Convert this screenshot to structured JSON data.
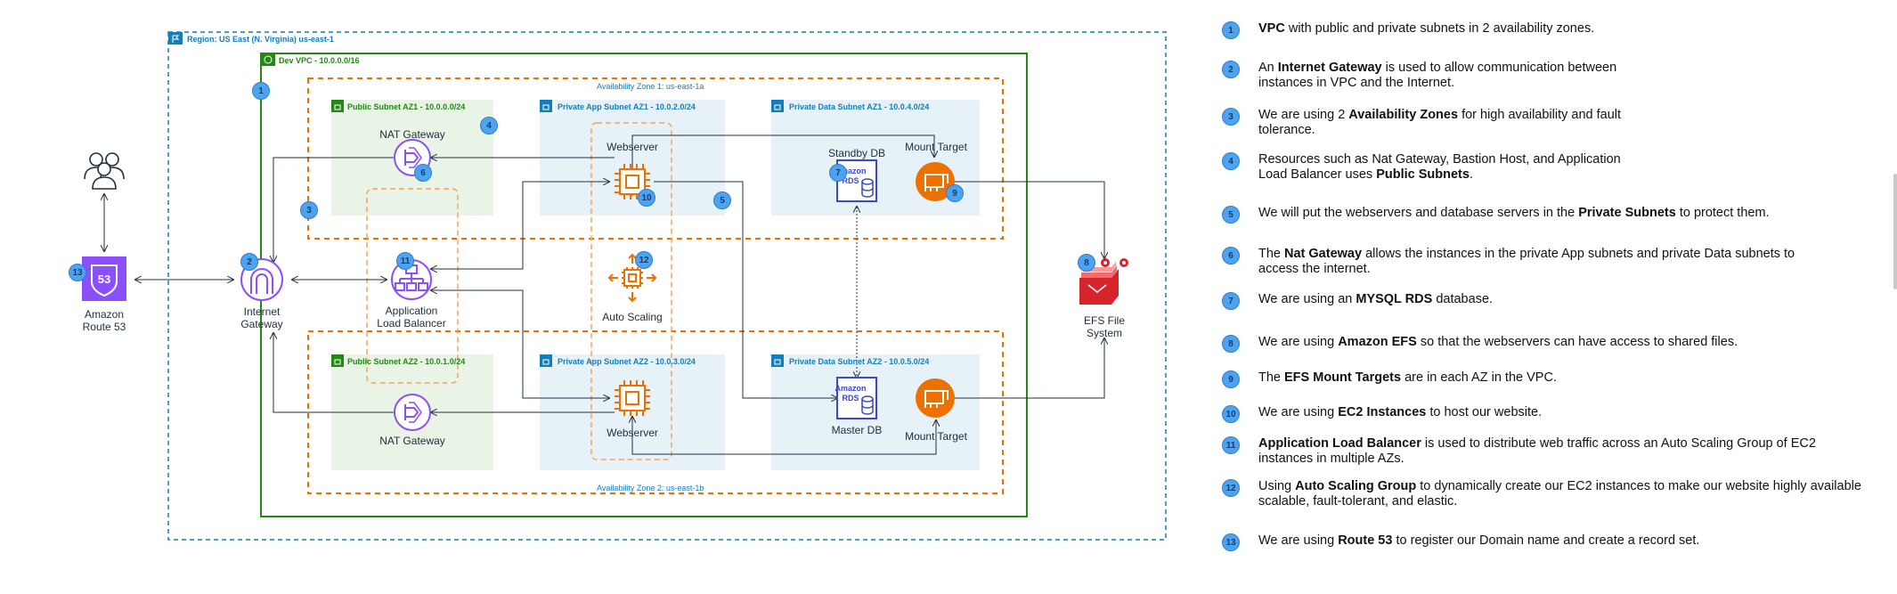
{
  "diagram": {
    "region_label": "Region: US East (N. Virginia) us-east-1",
    "vpc_label": "Dev VPC - 10.0.0.0/16",
    "az1_label": "Availability Zone 1: us-east-1a",
    "az2_label": "Availability Zone 2: us-east-1b",
    "subnets": {
      "pub1": "Public Subnet AZ1 - 10.0.0.0/24",
      "app1": "Private App Subnet AZ1 - 10.0.2.0/24",
      "data1": "Private Data Subnet AZ1 - 10.0.4.0/24",
      "pub2": "Public Subnet AZ2 - 10.0.1.0/24",
      "app2": "Private App Subnet AZ2  - 10.0.3.0/24",
      "data2": "Private Data Subnet AZ2 - 10.0.5.0/24"
    },
    "nodes": {
      "route53_line1": "Amazon",
      "route53_line2": "Route 53",
      "igw_line1": "Internet",
      "igw_line2": "Gateway",
      "nat1": "NAT Gateway",
      "nat2": "NAT Gateway",
      "alb_line1": "Application",
      "alb_line2": "Load Balancer",
      "web1": "Webserver",
      "web2": "Webserver",
      "autoscaling": "Auto Scaling",
      "standby_db": "Standby DB",
      "master_db": "Master DB",
      "mount1": "Mount Target",
      "mount2": "Mount Target",
      "efs_line1": "EFS File",
      "efs_line2": "System",
      "rds_icon_text1": "Amazon",
      "rds_icon_text2": "RDS",
      "route53_icon_text": "53"
    },
    "badges": [
      "1",
      "2",
      "3",
      "4",
      "5",
      "6",
      "7",
      "8",
      "9",
      "10",
      "11",
      "12",
      "13"
    ]
  },
  "legend": [
    {
      "n": "1",
      "parts": [
        {
          "t": "VPC",
          "b": true
        },
        {
          "t": " with public and private subnets in 2 availability zones."
        }
      ]
    },
    {
      "n": "2",
      "parts": [
        {
          "t": "An "
        },
        {
          "t": "Internet Gateway",
          "b": true
        },
        {
          "t": " is used to allow communication between instances in VPC and the Internet."
        }
      ]
    },
    {
      "n": "3",
      "parts": [
        {
          "t": "We are using 2 "
        },
        {
          "t": "Availability Zones",
          "b": true
        },
        {
          "t": " for high availability and fault tolerance."
        }
      ]
    },
    {
      "n": "4",
      "parts": [
        {
          "t": "Resources such as Nat Gateway, Bastion Host, and Application Load Balancer uses "
        },
        {
          "t": "Public Subnets",
          "b": true
        },
        {
          "t": "."
        }
      ]
    },
    {
      "n": "5",
      "parts": [
        {
          "t": "We will put the webservers and database servers in the "
        },
        {
          "t": "Private Subnets",
          "b": true
        },
        {
          "t": " to protect them."
        }
      ]
    },
    {
      "n": "6",
      "parts": [
        {
          "t": "The "
        },
        {
          "t": "Nat Gateway",
          "b": true
        },
        {
          "t": " allows the instances in the private App subnets and private Data subnets  to access the internet."
        }
      ]
    },
    {
      "n": "7",
      "parts": [
        {
          "t": "We  are using an "
        },
        {
          "t": "MYSQL RDS",
          "b": true
        },
        {
          "t": " database."
        }
      ]
    },
    {
      "n": "8",
      "parts": [
        {
          "t": "We are using "
        },
        {
          "t": "Amazon EFS",
          "b": true
        },
        {
          "t": " so that the webservers can have access to shared files."
        }
      ]
    },
    {
      "n": "9",
      "parts": [
        {
          "t": "The "
        },
        {
          "t": "EFS Mount Targets",
          "b": true
        },
        {
          "t": " are in each AZ in the VPC."
        }
      ]
    },
    {
      "n": "10",
      "parts": [
        {
          "t": "We are using "
        },
        {
          "t": "EC2 Instances",
          "b": true
        },
        {
          "t": " to host our website."
        }
      ]
    },
    {
      "n": "11",
      "parts": [
        {
          "t": "Application Load Balancer",
          "b": true
        },
        {
          "t": " is used to distribute web traffic across an Auto Scaling Group of EC2 instances in multiple AZs."
        }
      ]
    },
    {
      "n": "12",
      "parts": [
        {
          "t": "Using "
        },
        {
          "t": "Auto Scaling Group",
          "b": true
        },
        {
          "t": " to dynamically create our EC2 instances to make our website highly available scalable, fault-tolerant, and elastic."
        }
      ]
    },
    {
      "n": "13",
      "parts": [
        {
          "t": "We are using "
        },
        {
          "t": "Route 53",
          "b": true
        },
        {
          "t": " to register our Domain name and create a record set."
        }
      ]
    }
  ],
  "colors": {
    "region_border": "#147eba",
    "vpc_border": "#248814",
    "az_border": "#ed7100",
    "public_subnet_bg": "#e9f3e6",
    "private_subnet_bg": "#e6f2f8",
    "public_title": "#248814",
    "private_title": "#147eba",
    "purple": "#8c4fff",
    "orange": "#ed7100",
    "efs_red": "#d6242d",
    "badge": "#4da3f0"
  }
}
